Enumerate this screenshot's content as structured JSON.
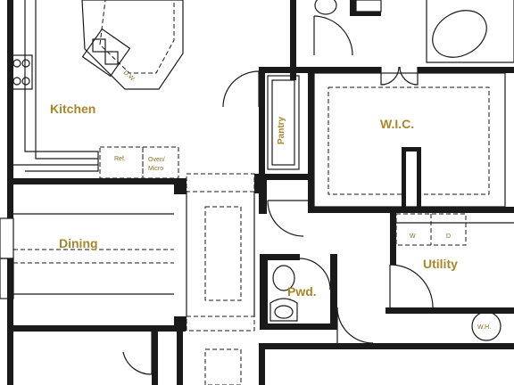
{
  "rooms": {
    "kitchen": "Kitchen",
    "dining": "Dining",
    "pantry": "Pantry",
    "wic": "W.I.C.",
    "utility": "Utility",
    "powder": "Pwd."
  },
  "appliances": {
    "refrigerator": "Ref.",
    "oven_micro_line1": "Oven/",
    "oven_micro_line2": "Micro",
    "dishwasher": "D.W.",
    "washer": "W",
    "dryer": "D",
    "water_heater": "W.H."
  },
  "colors": {
    "label": "#a8862b",
    "wall": "#1a1a1a",
    "background": "#ffffff"
  }
}
